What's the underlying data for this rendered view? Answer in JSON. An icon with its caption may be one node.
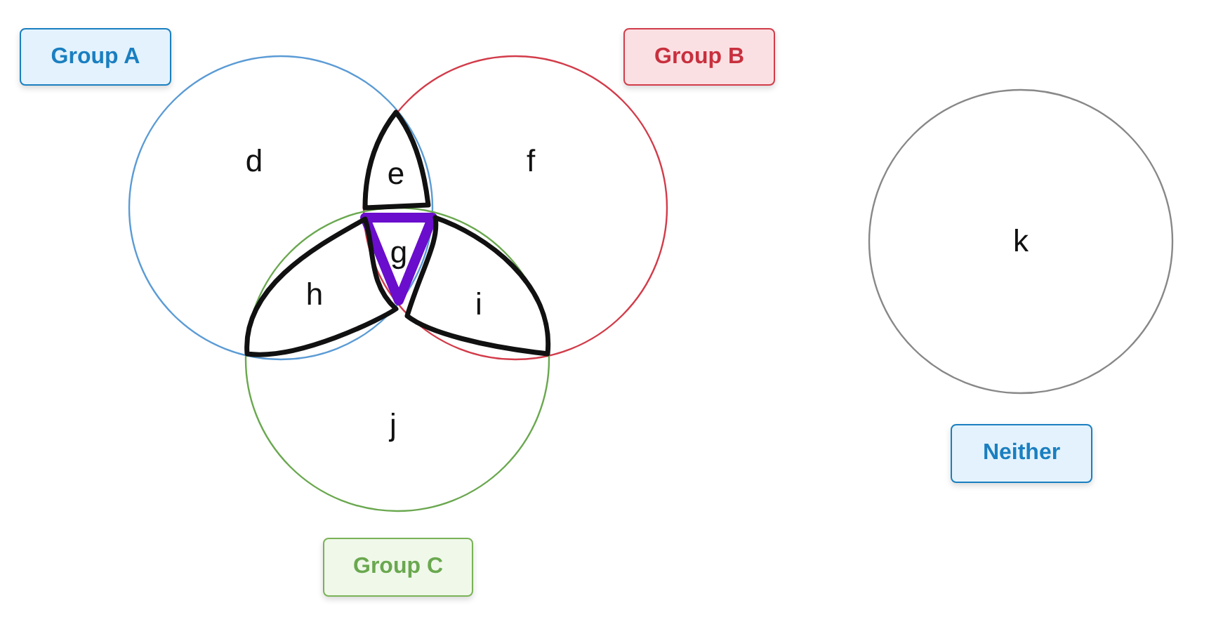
{
  "diagram": {
    "nodes": [
      {
        "text": [
          "Group A"
        ]
      },
      {
        "text": [
          "Group B"
        ]
      },
      {
        "text": [
          "e"
        ]
      },
      {
        "text": [
          "g"
        ]
      },
      {
        "text": [
          "h"
        ]
      },
      {
        "text": [
          "i"
        ]
      },
      {
        "text": [
          "k"
        ]
      },
      {
        "text": [
          "Neither"
        ]
      },
      {
        "text": [
          "Group C"
        ]
      }
    ],
    "labels": [
      "d",
      "f",
      "j"
    ]
  }
}
